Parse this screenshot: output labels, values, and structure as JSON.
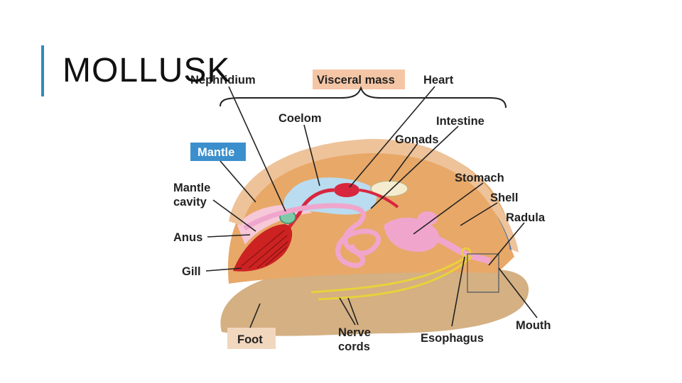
{
  "slide": {
    "title": "MOLLUSK"
  },
  "diagram": {
    "labels": {
      "nephridium": "Nephridium",
      "visceral_mass": "Visceral mass",
      "heart": "Heart",
      "coelom": "Coelom",
      "intestine": "Intestine",
      "gonads": "Gonads",
      "mantle": "Mantle",
      "stomach": "Stomach",
      "mantle_cavity_line1": "Mantle",
      "mantle_cavity_line2": "cavity",
      "shell": "Shell",
      "radula": "Radula",
      "anus": "Anus",
      "gill": "Gill",
      "foot": "Foot",
      "nerve_cords_line1": "Nerve",
      "nerve_cords_line2": "cords",
      "esophagus": "Esophagus",
      "mouth": "Mouth"
    },
    "colors": {
      "title_accent": "#2e8bc0",
      "visceral_mass_box": "#f5c6a5",
      "mantle_box": "#3b8fcc",
      "foot_box": "#f1d7bd",
      "shell": "#e8b98c",
      "mantle_layer": "#4a6fa5",
      "body": "#e8a868",
      "foot": "#d4b083",
      "gill": "#cc2222",
      "coelom": "#b9dcf0",
      "digestive": "#f0a6cc",
      "nerve": "#e8d23a"
    }
  }
}
